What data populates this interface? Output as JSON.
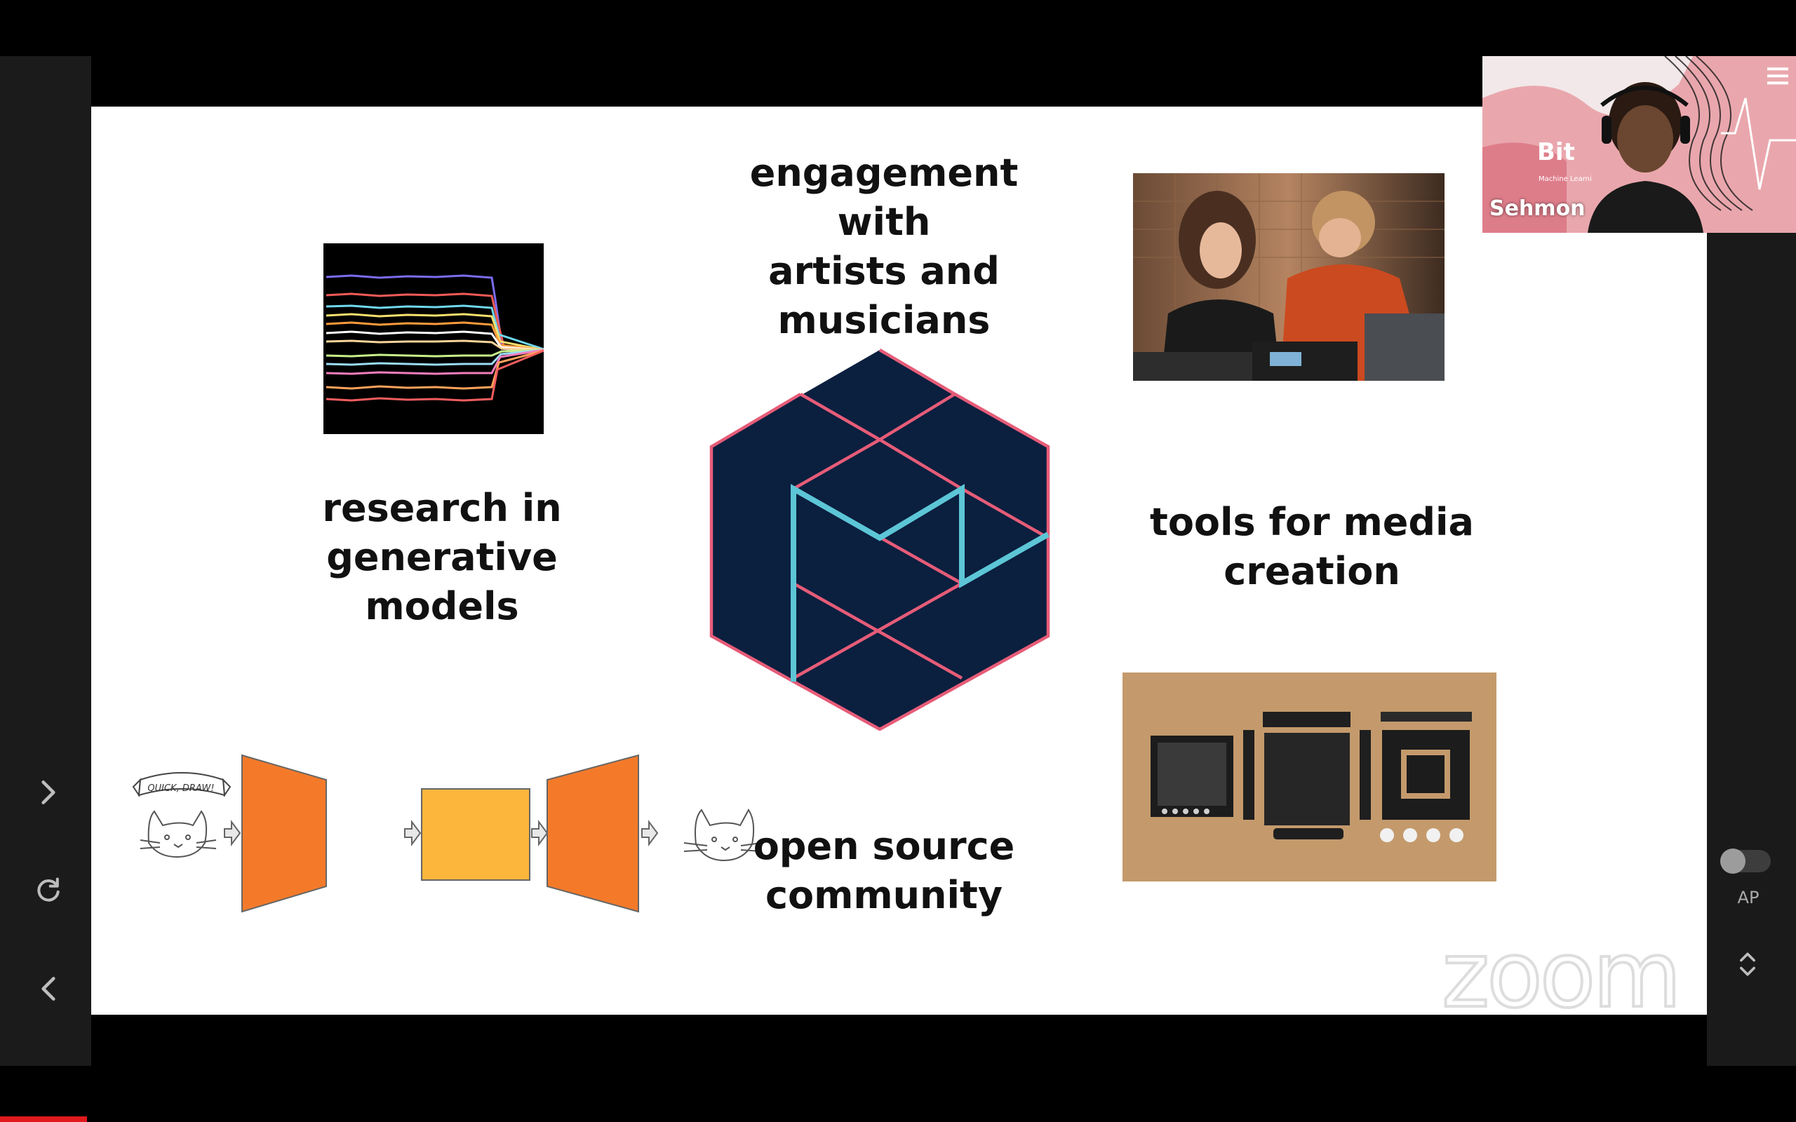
{
  "slide": {
    "engagement": [
      "engagement with",
      "artists and",
      "musicians"
    ],
    "research": [
      "research in",
      "generative",
      "models"
    ],
    "tools": [
      "tools for media",
      "creation"
    ],
    "open_source": [
      "open source",
      "community"
    ],
    "quickdraw_label": "QUICK, DRAW!"
  },
  "participant": {
    "name": "Sehmon",
    "background_text": "Bit",
    "background_subtext": "Machine Learni"
  },
  "watermark": "zoom",
  "controls": {
    "ap_label": "AP",
    "toggle_on": false
  },
  "colors": {
    "hex_dark": "#0b1f3f",
    "hex_pink": "#e65c78",
    "hex_cyan": "#5dc6d6",
    "encoder_orange": "#f47a2a",
    "latent_yellow": "#fbb63b",
    "progress_red": "#e0191c"
  },
  "icons": {
    "left_rail": [
      "chevron-right-icon",
      "refresh-icon",
      "chevron-left-icon"
    ],
    "right_rail": [
      "toggle-switch",
      "unfold-icon"
    ],
    "tile": "menu-icon"
  }
}
